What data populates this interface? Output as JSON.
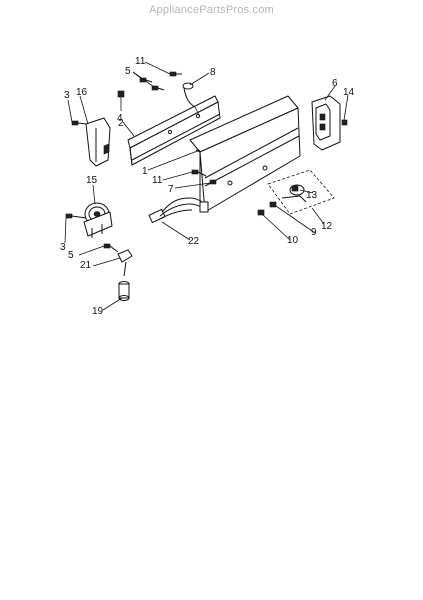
{
  "watermark": "AppliancePartsPros.com",
  "callouts": [
    "11",
    "8",
    "5",
    "3",
    "16",
    "4",
    "2",
    "6",
    "14",
    "1",
    "11",
    "7",
    "13",
    "12",
    "9",
    "10",
    "15",
    "22",
    "3",
    "5",
    "21",
    "19"
  ]
}
